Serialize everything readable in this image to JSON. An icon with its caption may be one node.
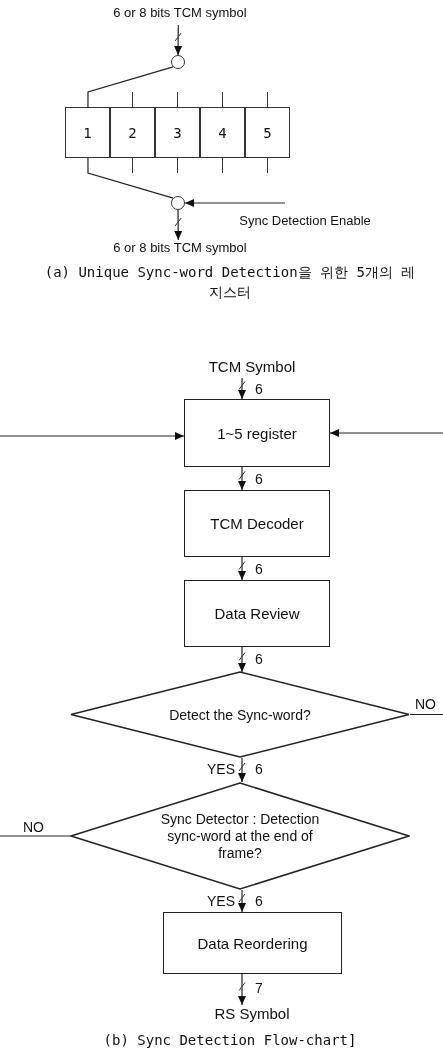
{
  "diagram": {
    "nodes": [
      {
        "text": [
          "6 or 8 bits TCM symbol"
        ]
      },
      {
        "text": [],
        "shape": "circle"
      },
      {
        "text": [
          "1"
        ]
      },
      {
        "text": [
          "2"
        ]
      },
      {
        "text": [
          "3"
        ]
      },
      {
        "text": [
          "4"
        ]
      },
      {
        "text": [
          "5"
        ]
      },
      {
        "text": [],
        "shape": "circle"
      },
      {
        "text": [
          "Sync Detection Enable"
        ]
      },
      {
        "text": [
          "6 or 8 bits TCM symbol"
        ]
      },
      {
        "text": [
          "TCM Symbol"
        ]
      },
      {
        "text": [
          "1~5 register"
        ]
      },
      {
        "text": [
          "TCM Decoder"
        ]
      },
      {
        "text": [
          "Data Review"
        ]
      },
      {
        "text": [
          "Detect the Sync-word?"
        ]
      },
      {
        "text": [
          "Sync Detector  : Detection sync-word at the end of frame?"
        ]
      },
      {
        "text": [
          "Data Reordering"
        ]
      },
      {
        "text": [
          "RS Symbol"
        ]
      }
    ],
    "edges": [
      {
        "from": 0,
        "to": 1,
        "arrow": "to"
      },
      {
        "from": 1,
        "to": 2,
        "arrow": "none"
      },
      {
        "from": 2,
        "to": 7,
        "arrow": "none"
      },
      {
        "from": 8,
        "to": 7,
        "arrow": "to"
      },
      {
        "from": 7,
        "to": 9,
        "arrow": "to"
      },
      {
        "from": 10,
        "to": 11,
        "arrow": "to",
        "label": "6"
      },
      {
        "from": 11,
        "to": 12,
        "arrow": "to",
        "label": "6"
      },
      {
        "from": 12,
        "to": 13,
        "arrow": "to",
        "label": "6"
      },
      {
        "from": 13,
        "to": 14,
        "arrow": "to",
        "label": "6"
      },
      {
        "from": 14,
        "to": 15,
        "arrow": "to",
        "label": "YES"
      },
      {
        "from": 15,
        "to": 16,
        "arrow": "to",
        "label": "YES"
      },
      {
        "from": 16,
        "to": 17,
        "arrow": "to",
        "label": "7"
      },
      {
        "from": 14,
        "to": null,
        "arrow": "none",
        "label": "NO"
      },
      {
        "from": null,
        "to": 11,
        "arrow": "to"
      },
      {
        "from": 15,
        "to": null,
        "arrow": "none",
        "label": "NO"
      },
      {
        "from": null,
        "to": 11,
        "arrow": "to"
      }
    ],
    "labels": [
      "(a) Unique Sync-word Detection을 위한 5개의 레지스터",
      "6",
      "6",
      "(b) Sync Detection Flow-chart]"
    ]
  }
}
